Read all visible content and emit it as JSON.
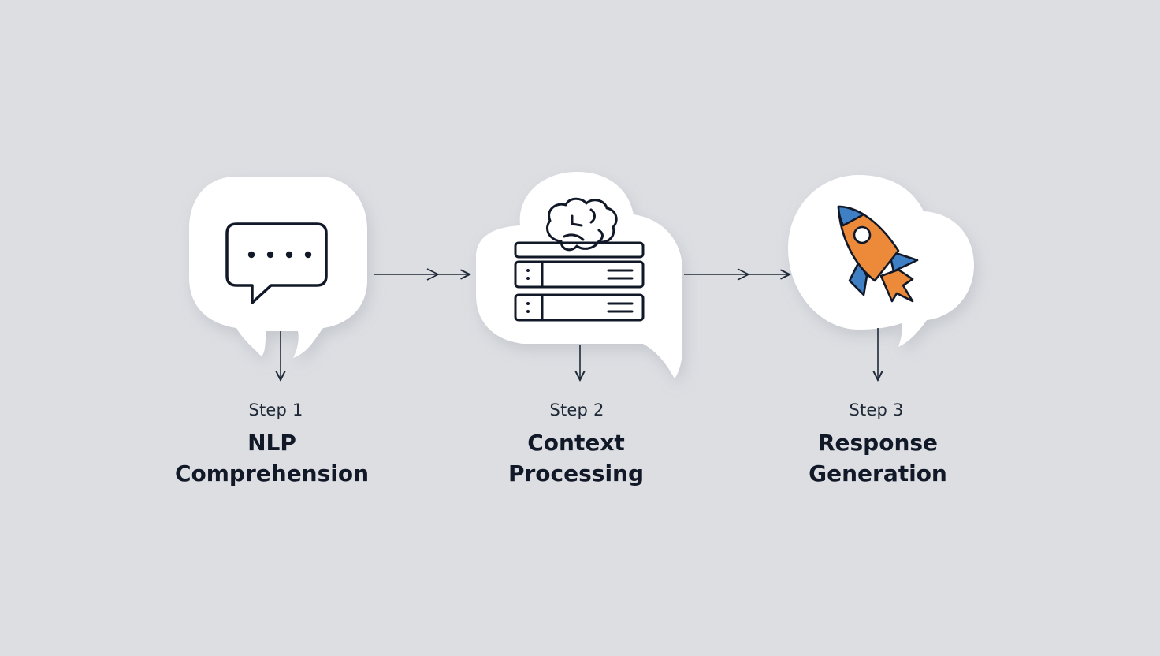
{
  "steps": [
    {
      "label": "Step 1",
      "title_line1": "NLP",
      "title_line2": "Comprehension",
      "icon": "chat-bubble-icon"
    },
    {
      "label": "Step 2",
      "title_line1": "Context",
      "title_line2": "Processing",
      "icon": "brain-server-icon"
    },
    {
      "label": "Step 3",
      "title_line1": "Response",
      "title_line2": "Generation",
      "icon": "rocket-icon"
    }
  ],
  "colors": {
    "background": "#dcdee2",
    "bubble": "#ffffff",
    "ink": "#111827",
    "rocket_orange": "#ec8a3a",
    "rocket_blue": "#3f7fc4"
  }
}
